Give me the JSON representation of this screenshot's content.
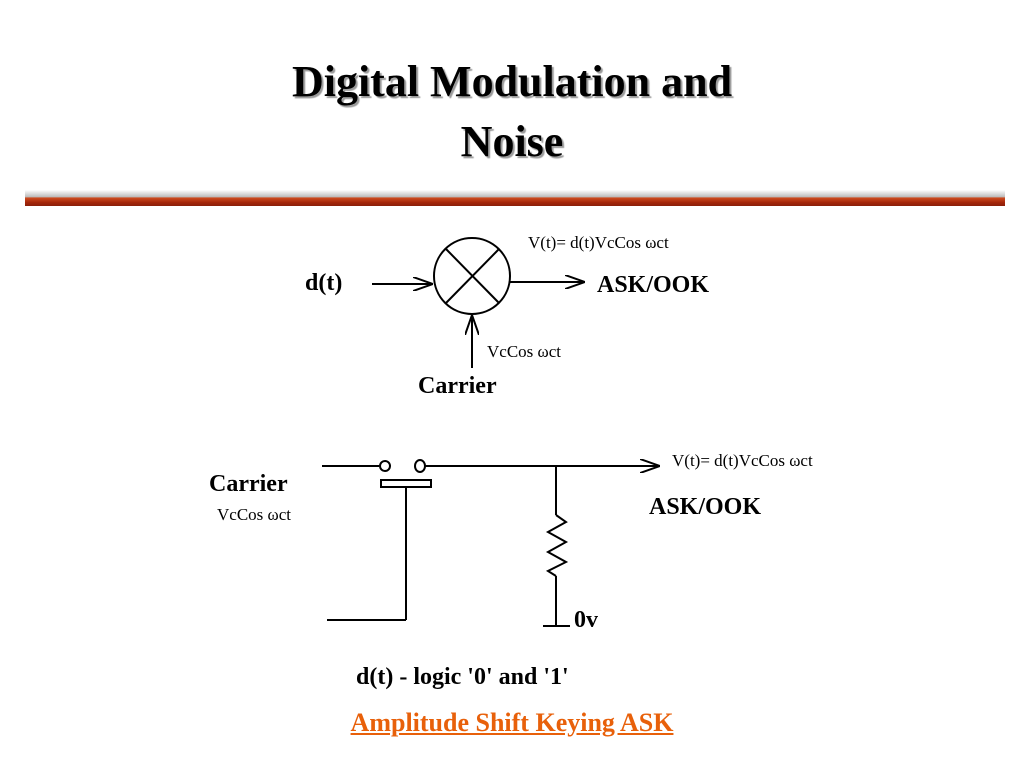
{
  "slide": {
    "title_line1": "Digital Modulation and",
    "title_line2": "Noise",
    "caption": "Amplitude Shift Keying ASK"
  },
  "mixer_diagram": {
    "input_label": "d(t)",
    "output_label": "ASK/OOK",
    "carrier_label": "Carrier",
    "output_equation": "V(t)= d(t)VcCos ωct",
    "carrier_equation": "VcCos ωct"
  },
  "switch_diagram": {
    "carrier_label": "Carrier",
    "carrier_equation": "VcCos ωct",
    "output_label": "ASK/OOK",
    "output_equation": "V(t)= d(t)VcCos ωct",
    "ground_label": "0v",
    "control_label": "d(t) - logic '0' and '1'"
  },
  "colors": {
    "caption": "#e8600a",
    "rule_red": "#a4260a"
  }
}
